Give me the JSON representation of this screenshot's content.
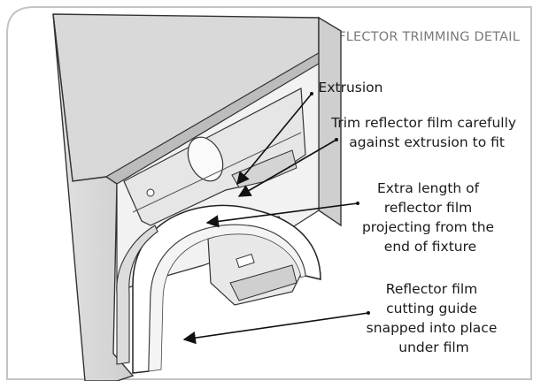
{
  "title": "REFLECTOR TRIMMING DETAIL",
  "callouts": {
    "extrusion": [
      "Extrusion"
    ],
    "trim": [
      "Trim reflector film carefully",
      "against extrusion to fit"
    ],
    "extra": [
      "Extra length of",
      "reflector film",
      "projecting from the",
      "end of fixture"
    ],
    "guide": [
      "Reflector film",
      "cutting guide",
      "snapped into place",
      "under film"
    ]
  }
}
